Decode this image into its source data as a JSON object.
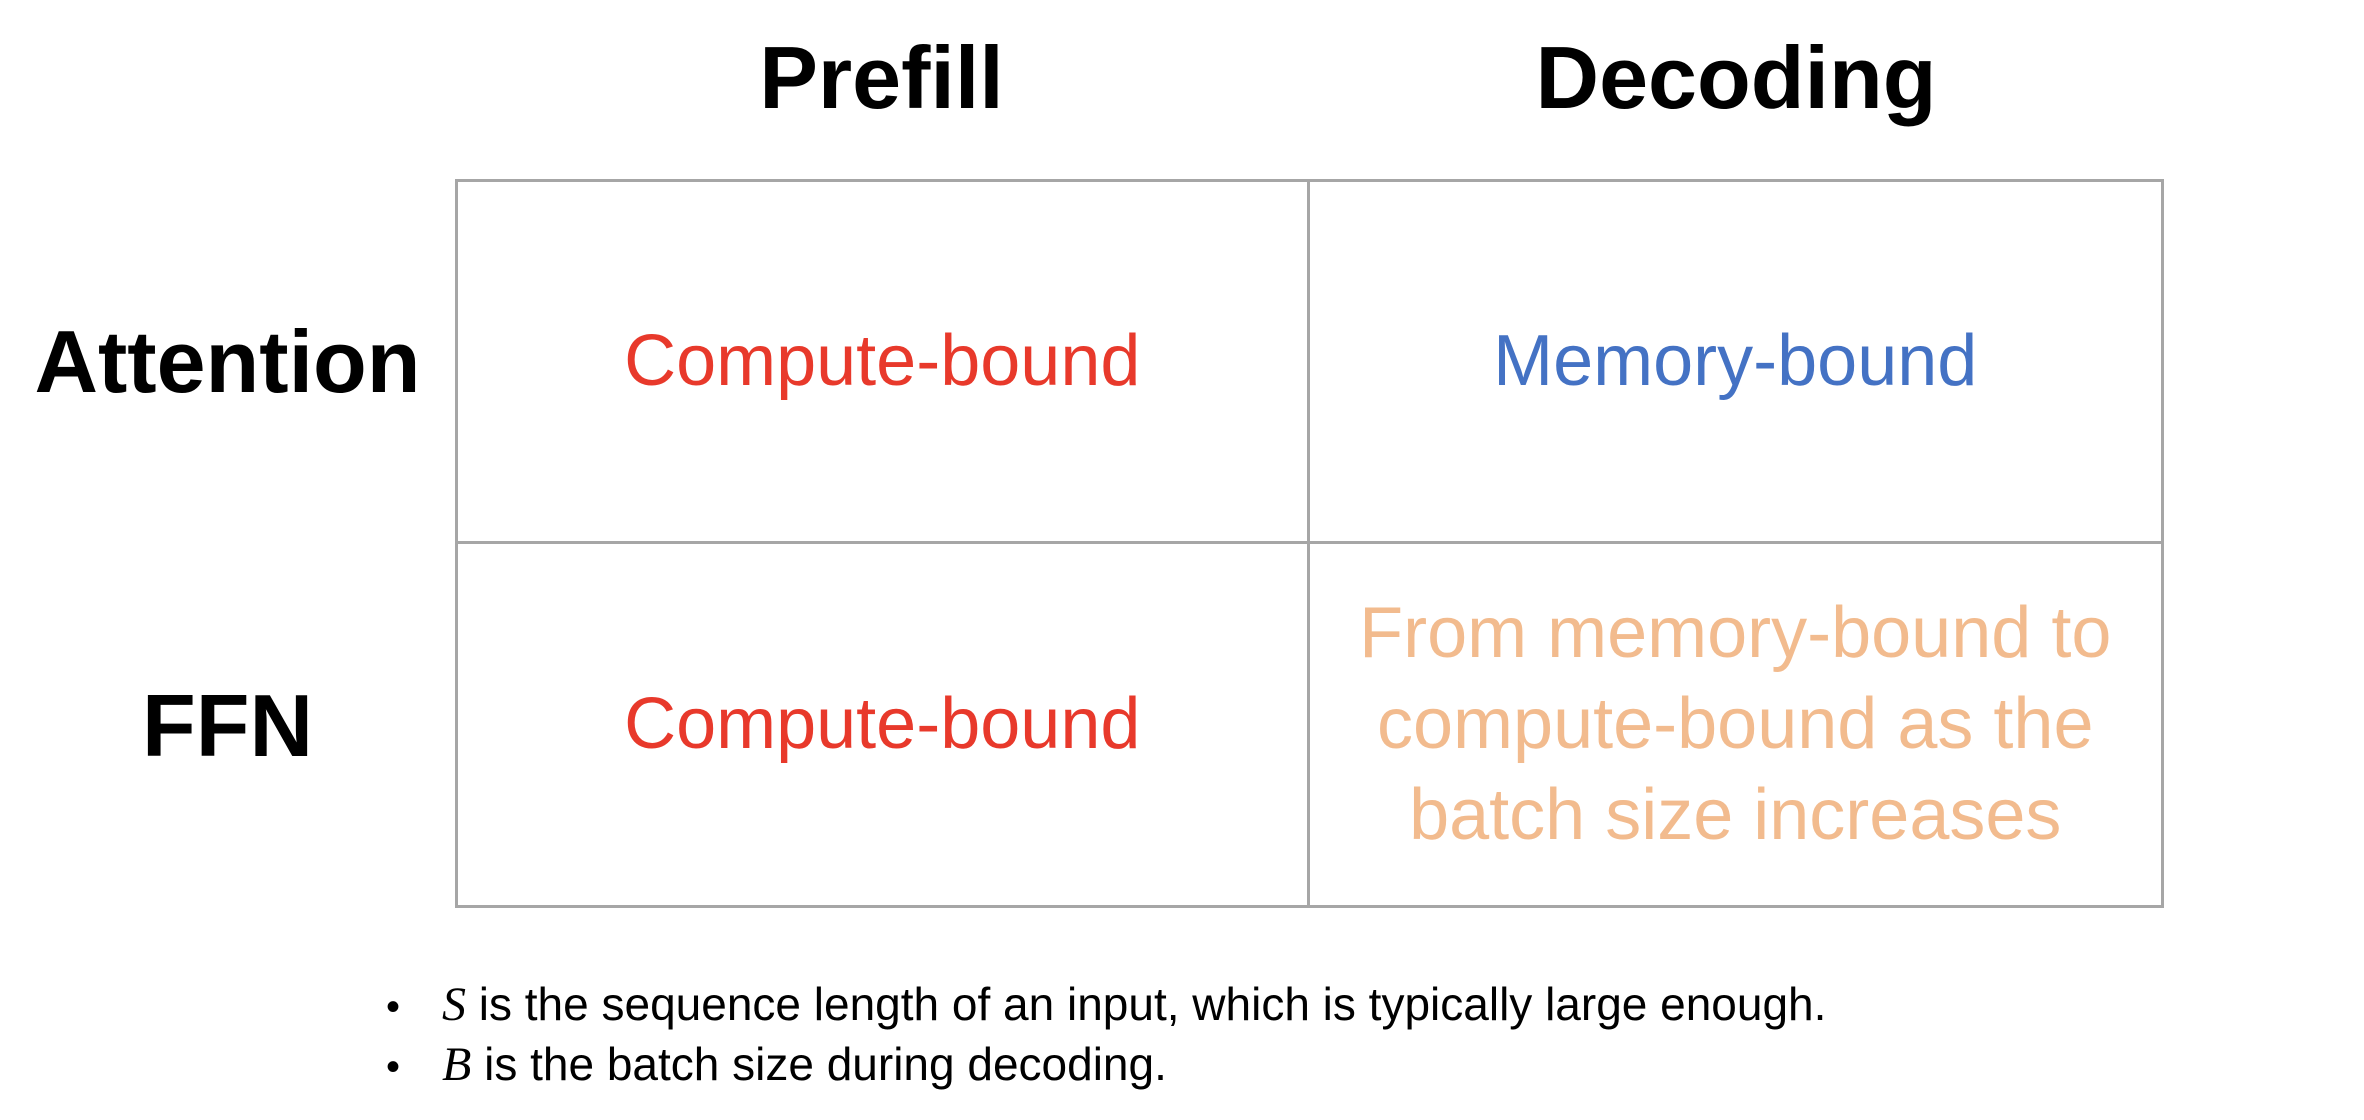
{
  "matrix": {
    "col_headers": [
      "Prefill",
      "Decoding"
    ],
    "row_headers": [
      "Attention",
      "FFN"
    ],
    "cells": [
      {
        "row": "Attention",
        "col": "Prefill",
        "label": "Compute-bound",
        "color": "#e8392b"
      },
      {
        "row": "Attention",
        "col": "Decoding",
        "label": "Memory-bound",
        "color": "#4472c4"
      },
      {
        "row": "FFN",
        "col": "Prefill",
        "label": "Compute-bound",
        "color": "#e8392b"
      },
      {
        "row": "FFN",
        "col": "Decoding",
        "label": "From memory-bound to compute-bound as the batch size increases",
        "color": "#f2bb8e"
      }
    ],
    "border_color": "#a6a6a6"
  },
  "notes": {
    "bullet_glyph": "•",
    "items": [
      {
        "variable": "S",
        "text": " is the sequence length of an input, which is typically large enough."
      },
      {
        "variable": "B",
        "text": " is the batch size during decoding."
      }
    ]
  }
}
